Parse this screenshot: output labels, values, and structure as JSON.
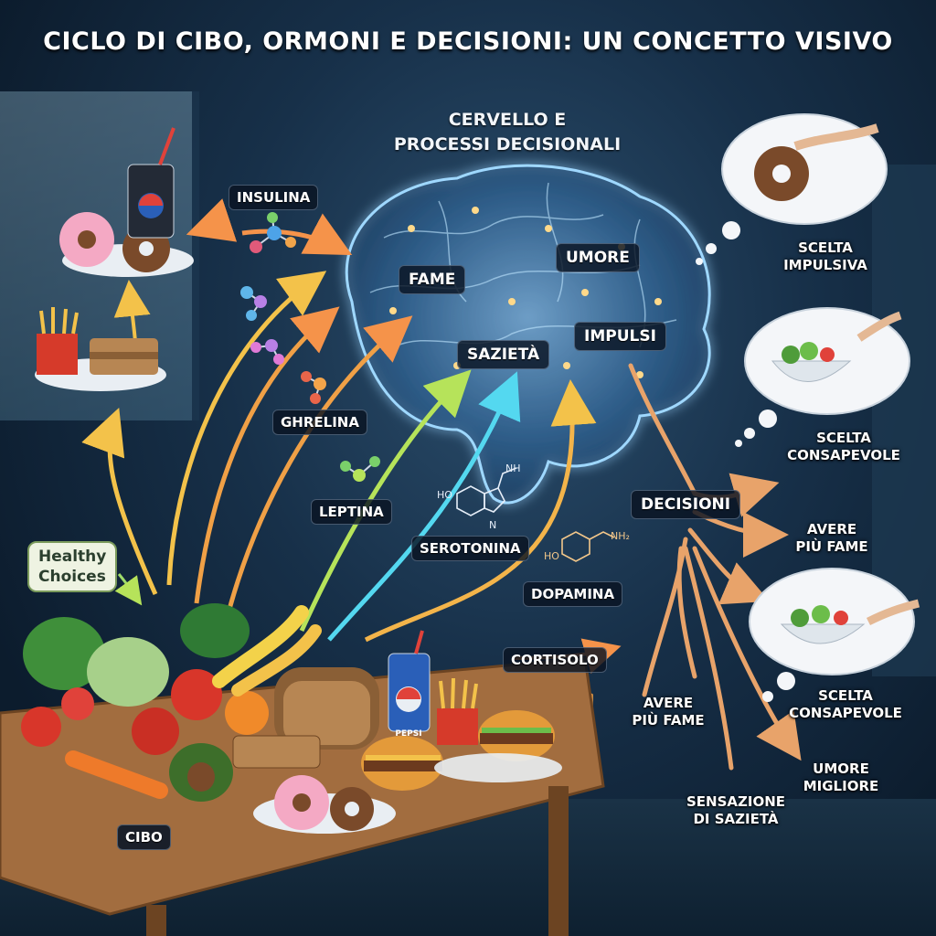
{
  "title": "CICLO DI CIBO, ORMONI E DECISIONI: UN CONCETTO VISIVO",
  "brain": {
    "title_line1": "CERVELLO E",
    "title_line2": "PROCESSI DECISIONALI",
    "regions": {
      "fame": "FAME",
      "umore": "UMORE",
      "sazieta": "SAZIETÀ",
      "impulsi": "IMPULSI"
    }
  },
  "hormones": {
    "insulina": "INSULINA",
    "ghrelina": "GHRELINA",
    "leptina": "LEPTINA",
    "serotonina": "SEROTONINA",
    "dopamina": "DOPAMINA",
    "cortisolo": "CORTISOLO"
  },
  "molecule_labels": {
    "nh_top": "NH",
    "ho_left": "HO",
    "n": "N",
    "ho_dop": "HO",
    "nh2": "NH₂"
  },
  "food": {
    "label": "CIBO",
    "healthy_line1": "Healthy",
    "healthy_line2": "Choices",
    "soda_brand": "PEPSI"
  },
  "decisions": {
    "label": "DECISIONI",
    "scelta_impulsiva": [
      "SCELTA",
      "IMPULSIVA"
    ],
    "scelta_consapevole_1": [
      "SCELTA",
      "CONSAPEVOLE"
    ],
    "avere_piu_fame_right": [
      "AVERE",
      "PIÙ FAME"
    ],
    "scelta_consapevole_2": [
      "SCELTA",
      "CONSAPEVOLE"
    ],
    "avere_piu_fame_bottom": [
      "AVERE",
      "PIÙ FAME"
    ],
    "umore_migliore": [
      "UMORE",
      "MIGLIORE"
    ],
    "sensazione_sazieta": [
      "SENSAZIONE",
      "DI SAZIETÀ"
    ]
  },
  "colors": {
    "insulin_arrow": "#f5934a",
    "ghrelin_arrow": "#f0a046",
    "leptin_arrow": "#b6e35a",
    "serotonin_arrow": "#54d8f0",
    "dopamine_arrow": "#f3b44a",
    "decision_roots": "#e8a36a",
    "brain_glow": "#7fd0ff"
  }
}
